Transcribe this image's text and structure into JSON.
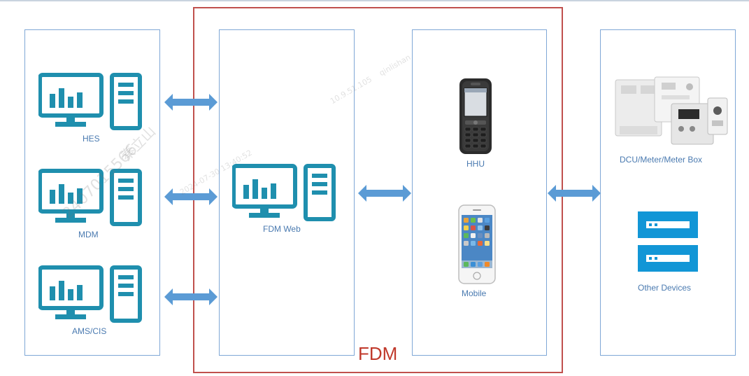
{
  "diagram": {
    "fdm_title": "FDM",
    "left_systems": [
      {
        "label": "HES"
      },
      {
        "label": "MDM"
      },
      {
        "label": "AMS/CIS"
      }
    ],
    "fdm_web": {
      "label": "FDM Web"
    },
    "handhelds": [
      {
        "label": "HHU"
      },
      {
        "label": "Mobile"
      }
    ],
    "devices": [
      {
        "label": "DCU/Meter/Meter Box"
      },
      {
        "label": "Other Devices"
      }
    ]
  },
  "colors": {
    "panel_border": "#7fa7d6",
    "fdm_border": "#c0504d",
    "icon_teal": "#1f8fae",
    "arrow_blue": "#5b9bd5",
    "label_blue": "#4a7ab0"
  },
  "icons": {
    "server": "computer-server-icon",
    "handheld": "handheld-terminal-icon",
    "phone": "smartphone-icon",
    "meter": "meter-equipment-icon",
    "device": "device-rack-icon"
  },
  "watermark": {
    "id": "2407015566",
    "name": "秦立山",
    "timestamp": "2024-07-30 13:40:52",
    "ip": "10.9.51.105",
    "user": "qinlishan"
  }
}
